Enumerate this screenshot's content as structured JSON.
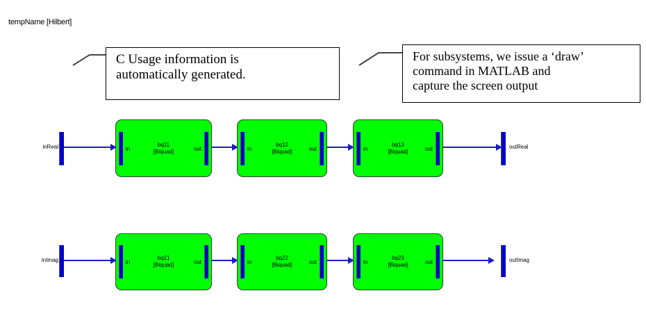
{
  "window": {
    "model_title": "tempName [Hilbert]",
    "background_color": "#ffffff"
  },
  "colors": {
    "block_fill": "#00ff00",
    "block_border": "#3a3a3a",
    "port_blue": "#0000cc",
    "signal_blue": "#1a1acc",
    "text": "#000000",
    "callout_border": "#000000",
    "leader_line": "#444444"
  },
  "annotations": [
    {
      "id": "callout-1",
      "lines": [
        "C Usage information is",
        "automatically generated."
      ]
    },
    {
      "id": "callout-2",
      "lines": [
        "For subsystems, we issue a ‘draw’",
        "command in MATLAB and",
        "capture the screen output"
      ]
    }
  ],
  "diagram": {
    "rows": [
      {
        "id": "row-real",
        "input_port": {
          "label": "inReal"
        },
        "output_port": {
          "label": "outReal"
        },
        "blocks": [
          {
            "name": "bq11",
            "type": "[Biquad]",
            "in_label": "in",
            "out_label": "out"
          },
          {
            "name": "bq12",
            "type": "[Biquad]",
            "in_label": "in",
            "out_label": "out"
          },
          {
            "name": "bq13",
            "type": "[Biquad]",
            "in_label": "in",
            "out_label": "out"
          }
        ]
      },
      {
        "id": "row-imag",
        "input_port": {
          "label": "inImag"
        },
        "output_port": {
          "label": "outImag"
        },
        "blocks": [
          {
            "name": "bq21",
            "type": "[Biquad]",
            "in_label": "in",
            "out_label": "out"
          },
          {
            "name": "bq22",
            "type": "[Biquad]",
            "in_label": "in",
            "out_label": "out"
          },
          {
            "name": "bq23",
            "type": "[Biquad]",
            "in_label": "in",
            "out_label": "out"
          }
        ]
      }
    ]
  }
}
